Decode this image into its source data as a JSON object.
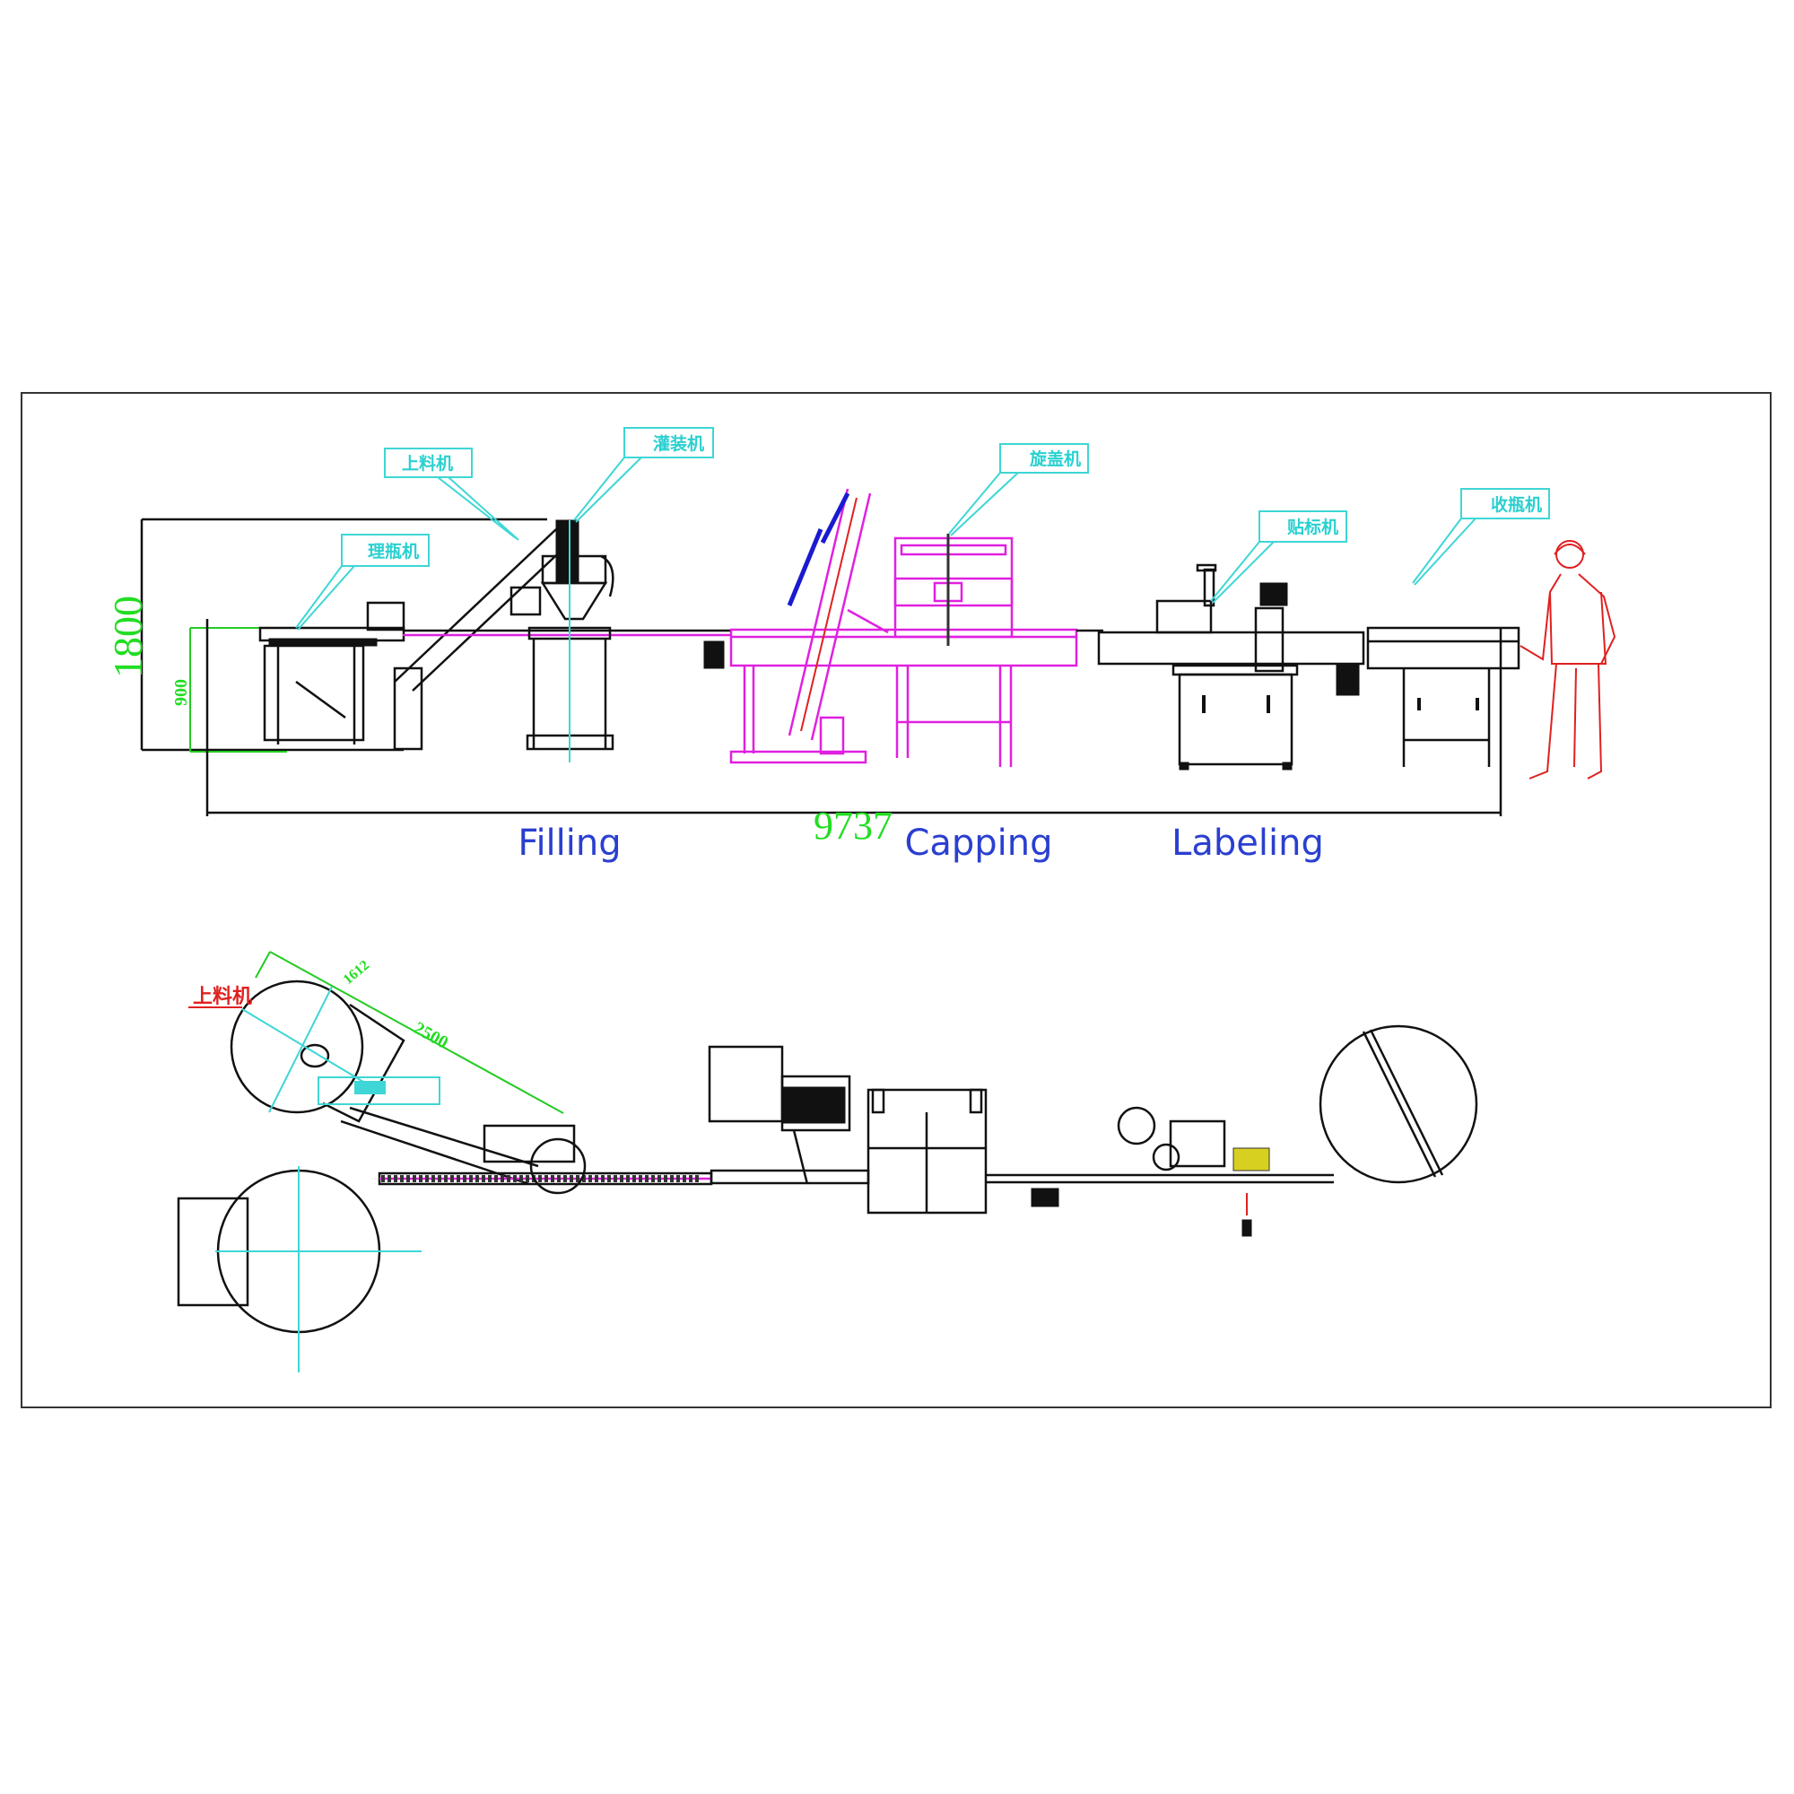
{
  "callouts": {
    "loader": "上料机",
    "filler": "灌装机",
    "unscrambler": "理瓶机",
    "capper": "旋盖机",
    "labeler": "贴标机",
    "collector": "收瓶机"
  },
  "dimensions": {
    "height_total": "1800",
    "height_table": "900",
    "length_total": "9737",
    "loader_length": "2500",
    "loader_width": "1612"
  },
  "sections": {
    "filling": "Filling",
    "capping": "Capping",
    "labeling": "Labeling"
  },
  "plan_view": {
    "loader_label": "上料机"
  },
  "colors": {
    "callout": "#2ad0d0",
    "dimension": "#22dd22",
    "section_label": "#2a3fd0",
    "capper": "#e020e0",
    "operator": "#e02020"
  }
}
